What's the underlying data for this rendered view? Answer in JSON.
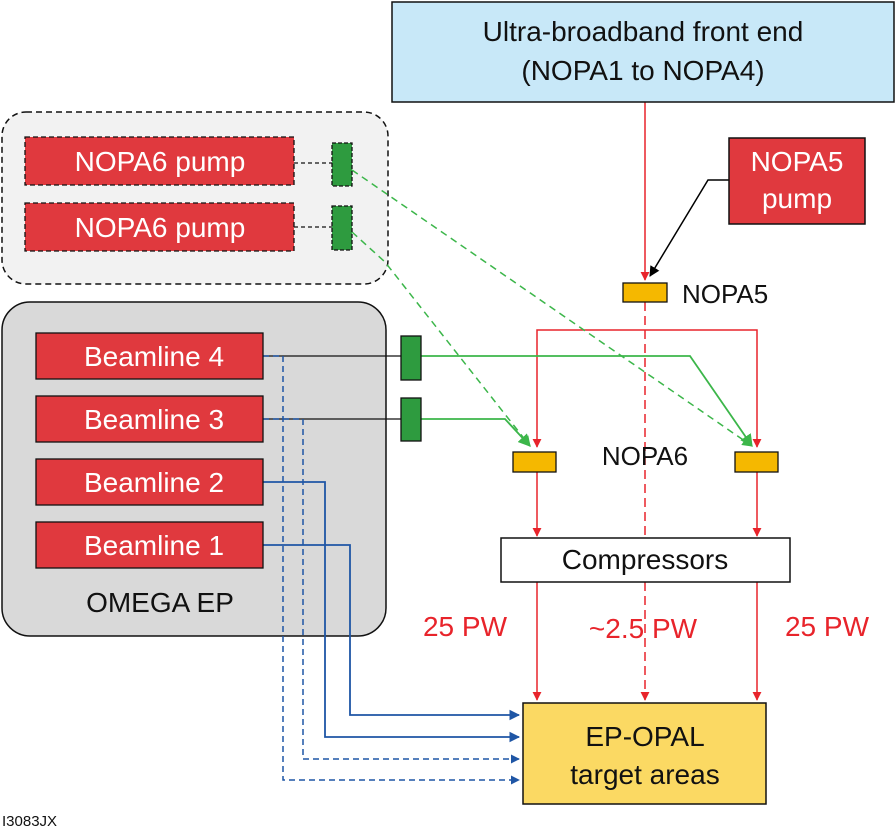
{
  "front_end": {
    "line1": "Ultra-broadband front end",
    "line2": "(NOPA1 to NOPA4)"
  },
  "nopa5_pump": {
    "line1": "NOPA5",
    "line2": "pump"
  },
  "nopa5_label": "NOPA5",
  "nopa6_label": "NOPA6",
  "nopa6_pumps": [
    "NOPA6 pump",
    "NOPA6 pump"
  ],
  "beamlines": [
    "Beamline 4",
    "Beamline 3",
    "Beamline 2",
    "Beamline 1"
  ],
  "omega_label": "OMEGA EP",
  "compressors_label": "Compressors",
  "powers": {
    "left": "25 PW",
    "center": "~2.5 PW",
    "right": "25 PW"
  },
  "target": {
    "line1": "EP-OPAL",
    "line2": "target areas"
  },
  "figure_id": "I3083JX",
  "colors": {
    "red_box": "#e0393e",
    "red_line": "#e8242b",
    "green": "#2e9b3f",
    "green_line": "#3cb64a",
    "orange": "#f5b800",
    "blue": "#1f56a5",
    "front_end_fill": "#c8e8f8",
    "target_fill": "#fbd963"
  }
}
